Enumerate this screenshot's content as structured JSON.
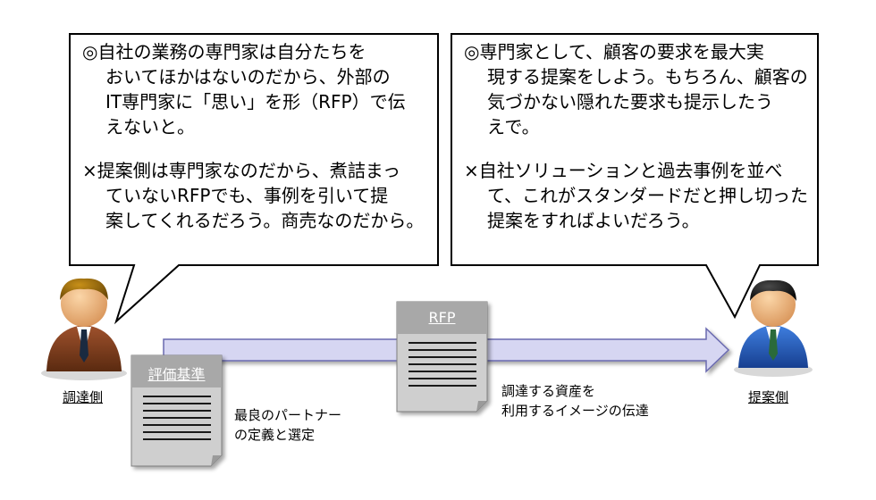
{
  "buyer_bubble": {
    "lines": [
      "◎自社の業務の専門家は自分たちを",
      "おいてほかはないのだから、外部の",
      "IT専門家に「思い」を形（RFP）で伝",
      "えないと。",
      "×提案側は専門家なのだから、煮詰まっ",
      "ていないRFPでも、事例を引いて提",
      "案してくれるだろう。商売なのだから。"
    ]
  },
  "vendor_bubble": {
    "lines": [
      "◎専門家として、顧客の要求を最大実",
      "現する提案をしよう。もちろん、顧客の",
      "気づかない隠れた要求も提示したう",
      "えで。",
      "×自社ソリューションと過去事例を並べ",
      "て、これがスタンダードだと押し切った",
      "提案をすればよいだろう。"
    ]
  },
  "buyer": {
    "label": "調達側",
    "suit_color": "#7a3a18"
  },
  "vendor": {
    "label": "提案側",
    "suit_color": "#1f5fbf"
  },
  "eval_doc": {
    "title": "評価基準",
    "caption_lines": [
      "最良のパートナー",
      "の定義と選定"
    ]
  },
  "rfp_doc": {
    "title": "RFP",
    "caption_lines": [
      "調達する資産を",
      "利用するイメージの伝達"
    ]
  },
  "colors": {
    "arrow_fill": "#d6d6f2",
    "arrow_stroke": "#6b6bb0",
    "doc_fill": "#cfcfcf",
    "doc_header": "#a8a8a8"
  }
}
